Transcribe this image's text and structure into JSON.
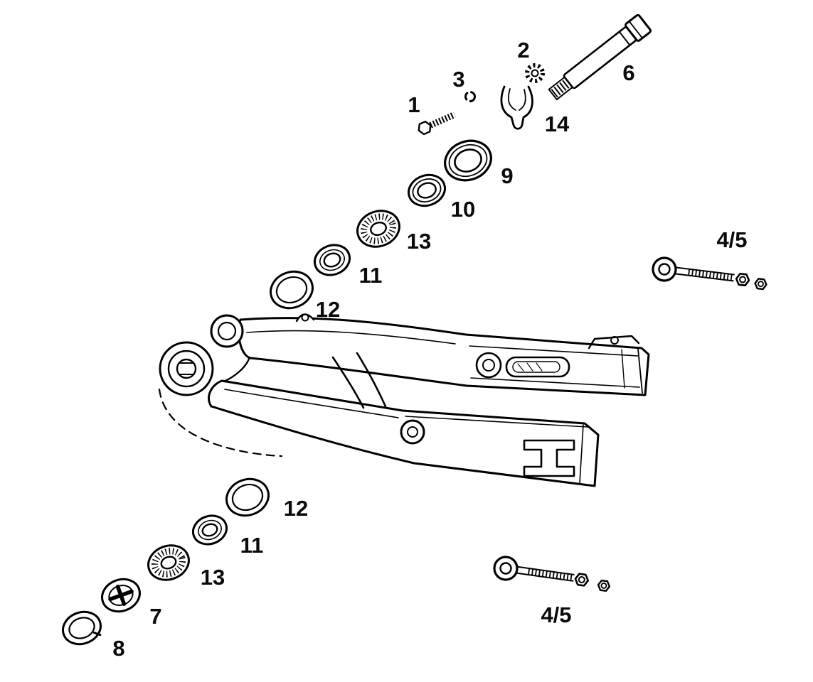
{
  "diagram": {
    "type": "exploded-parts-diagram",
    "description": "Swingarm (rear fork) assembly exploded view with numbered parts",
    "background_color": "#ffffff",
    "line_color": "#000000"
  },
  "labels": [
    {
      "id": "part-1",
      "text": "1"
    },
    {
      "id": "part-2",
      "text": "2"
    },
    {
      "id": "part-3",
      "text": "3"
    },
    {
      "id": "part-6",
      "text": "6"
    },
    {
      "id": "part-14",
      "text": "14"
    },
    {
      "id": "part-9",
      "text": "9"
    },
    {
      "id": "part-10",
      "text": "10"
    },
    {
      "id": "part-13-upper",
      "text": "13"
    },
    {
      "id": "part-11-upper",
      "text": "11"
    },
    {
      "id": "part-12-upper",
      "text": "12"
    },
    {
      "id": "part-4-5-upper",
      "text": "4/5"
    },
    {
      "id": "part-12-lower",
      "text": "12"
    },
    {
      "id": "part-11-lower",
      "text": "11"
    },
    {
      "id": "part-13-lower",
      "text": "13"
    },
    {
      "id": "part-7",
      "text": "7"
    },
    {
      "id": "part-8",
      "text": "8"
    },
    {
      "id": "part-4-5-lower",
      "text": "4/5"
    }
  ]
}
